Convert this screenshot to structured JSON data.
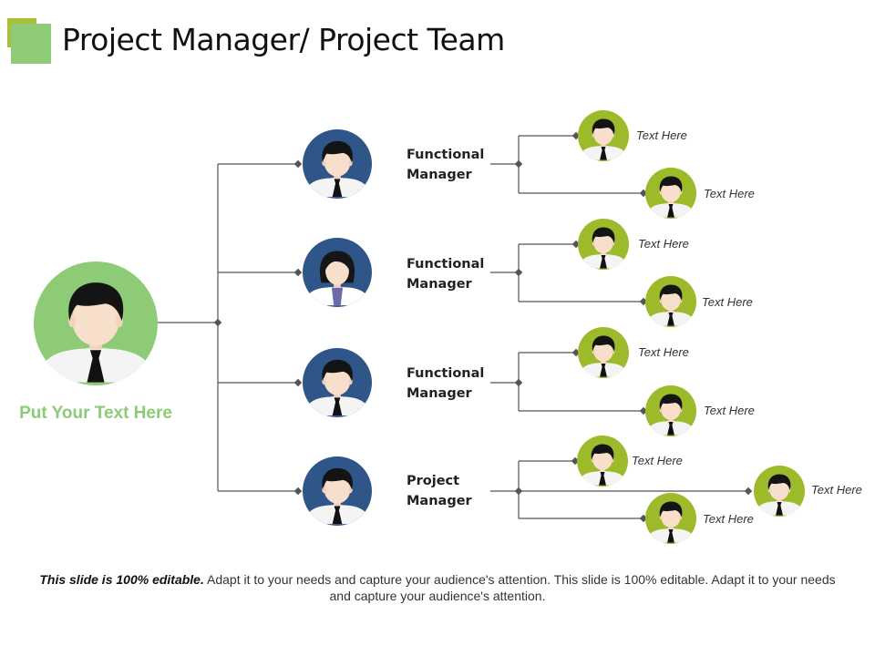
{
  "slide": {
    "title": "Project Manager/ Project Team"
  },
  "root": {
    "label": "Put Your Text Here",
    "icon": "businessman-icon",
    "color": "#8dcb76"
  },
  "managers": [
    {
      "label": "Functional Manager",
      "icon": "businessman-icon",
      "reports": [
        "Text Here",
        "Text Here"
      ]
    },
    {
      "label": "Functional Manager",
      "icon": "businesswoman-icon",
      "reports": [
        "Text Here",
        "Text Here"
      ]
    },
    {
      "label": "Functional Manager",
      "icon": "businessman-icon",
      "reports": [
        "Text Here",
        "Text Here"
      ]
    },
    {
      "label": "Project Manager",
      "icon": "businessman-icon",
      "reports": [
        "Text Here",
        "Text Here"
      ],
      "extra_report": "Text Here"
    }
  ],
  "footer": {
    "bold": "This slide is 100% editable.",
    "text": " Adapt it to your needs and capture your audience's attention. This slide is 100% editable. Adapt it to your needs and capture your audience's attention."
  },
  "colors": {
    "manager_circle": "#2f5689",
    "team_circle": "#9dba2b",
    "root_circle": "#8dcb76",
    "title_square_back": "#a9c13a",
    "title_square_front": "#8dcb76",
    "connector": "#555555"
  }
}
